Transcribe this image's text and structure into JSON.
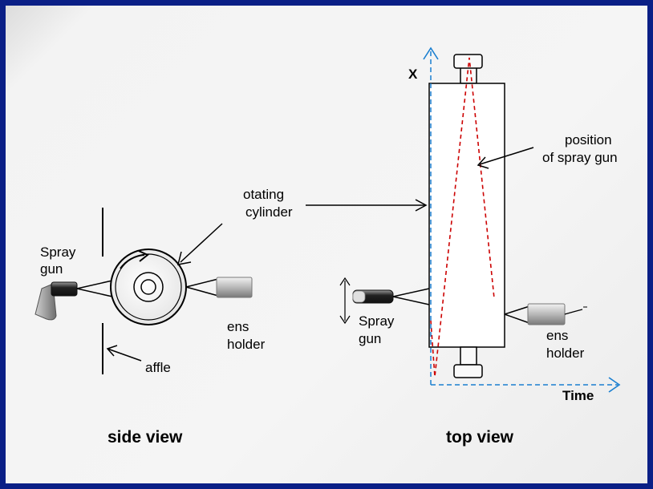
{
  "side_view": {
    "spray_gun_line1": "Spray",
    "spray_gun_line2": "gun",
    "cylinder_line1": "otating",
    "cylinder_line2": "cylinder",
    "lens_line1": "ens",
    "lens_line2": "holder",
    "baffle": "affle",
    "caption": "side view"
  },
  "top_view": {
    "axis_x": "X",
    "axis_time": "Time",
    "position_line1": "position",
    "position_line2": "of spray gun",
    "spray_gun_line1": "Spray",
    "spray_gun_line2": "gun",
    "lens_line1": "ens",
    "lens_line2": "holder",
    "caption": "top view"
  },
  "colors": {
    "frame": "#0a1f86",
    "axis": "#1a7fd0",
    "spray_path": "#cc0000"
  }
}
